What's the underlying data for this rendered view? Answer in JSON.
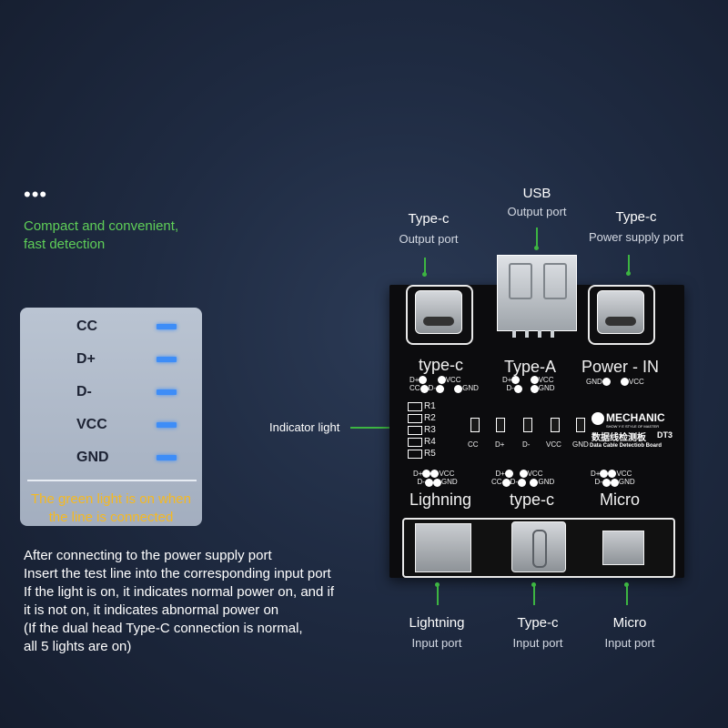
{
  "intro": {
    "dots": "•••",
    "line1": "Compact and convenient,",
    "line2": "fast detection"
  },
  "legend": {
    "rows": [
      {
        "label": "CC"
      },
      {
        "label": "D+"
      },
      {
        "label": "D-"
      },
      {
        "label": "VCC"
      },
      {
        "label": "GND"
      }
    ],
    "note_line1": "The green light is on when",
    "note_line2": "the line is connected",
    "bar_color": "#3e8df7"
  },
  "instructions": [
    "After connecting to the power supply port",
    "Insert the test line into the corresponding input port",
    "If the light is on, it indicates normal power on, and if",
    "it is not on, it indicates abnormal power on",
    "(If the dual head Type-C connection is normal,",
    "all 5 lights are on)"
  ],
  "top_ports": {
    "typec_out": {
      "title": "Type-c",
      "sub": "Output port"
    },
    "usb_out": {
      "title": "USB",
      "sub": "Output port"
    },
    "typec_power": {
      "title": "Type-c",
      "sub": "Power supply port"
    }
  },
  "indicator_label": "Indicator light",
  "bottom_ports": {
    "lightning": {
      "title": "Lightning",
      "sub": "Input port"
    },
    "typec": {
      "title": "Type-c",
      "sub": "Input port"
    },
    "micro": {
      "title": "Micro",
      "sub": "Input port"
    }
  },
  "board": {
    "top_labels": {
      "typec": "type-c",
      "typea": "Type-A",
      "power": "Power - IN"
    },
    "pins": {
      "dplus": "D+",
      "dminus": "D-",
      "vcc": "VCC",
      "gnd": "GND",
      "cc": "CC"
    },
    "resistors": [
      "R1",
      "R2",
      "R3",
      "R4",
      "R5"
    ],
    "led_labels": [
      "CC",
      "D+",
      "D-",
      "VCC",
      "GND"
    ],
    "brand": "MECHANIC",
    "brand_tagline": "SHOW Y  E STYLE OF MASTER",
    "chinese": "数据线检测板",
    "model": "DT3",
    "subtitle": "Data Cable Detectiob Board",
    "bottom_labels": {
      "lightning": "Lighning",
      "typec": "type-c",
      "micro": "Micro"
    }
  },
  "colors": {
    "accent_green": "#3db542",
    "intro_green": "#5fcf58",
    "note_orange": "#f5b921"
  }
}
